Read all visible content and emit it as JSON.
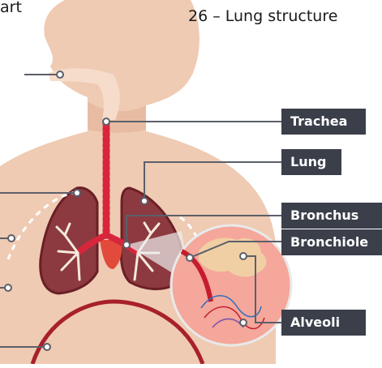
{
  "figure": {
    "title": "26 – Lung structure",
    "fragment_text": "art"
  },
  "labels": {
    "trachea": "Trachea",
    "lung": "Lung",
    "bronchus": "Bronchus",
    "bronchiole": "Bronchiole",
    "alveoli": "Alveoli"
  },
  "colors": {
    "skin": "#efcbb3",
    "airway": "#f6dccb",
    "lung_fill": "#8c3a3f",
    "lung_outline": "#6a1f26",
    "bronchi_red": "#d7263b",
    "label_bg": "#3b3f4a",
    "leader_line": "#5b5f6a",
    "zoom_bg": "#f4a79a"
  }
}
